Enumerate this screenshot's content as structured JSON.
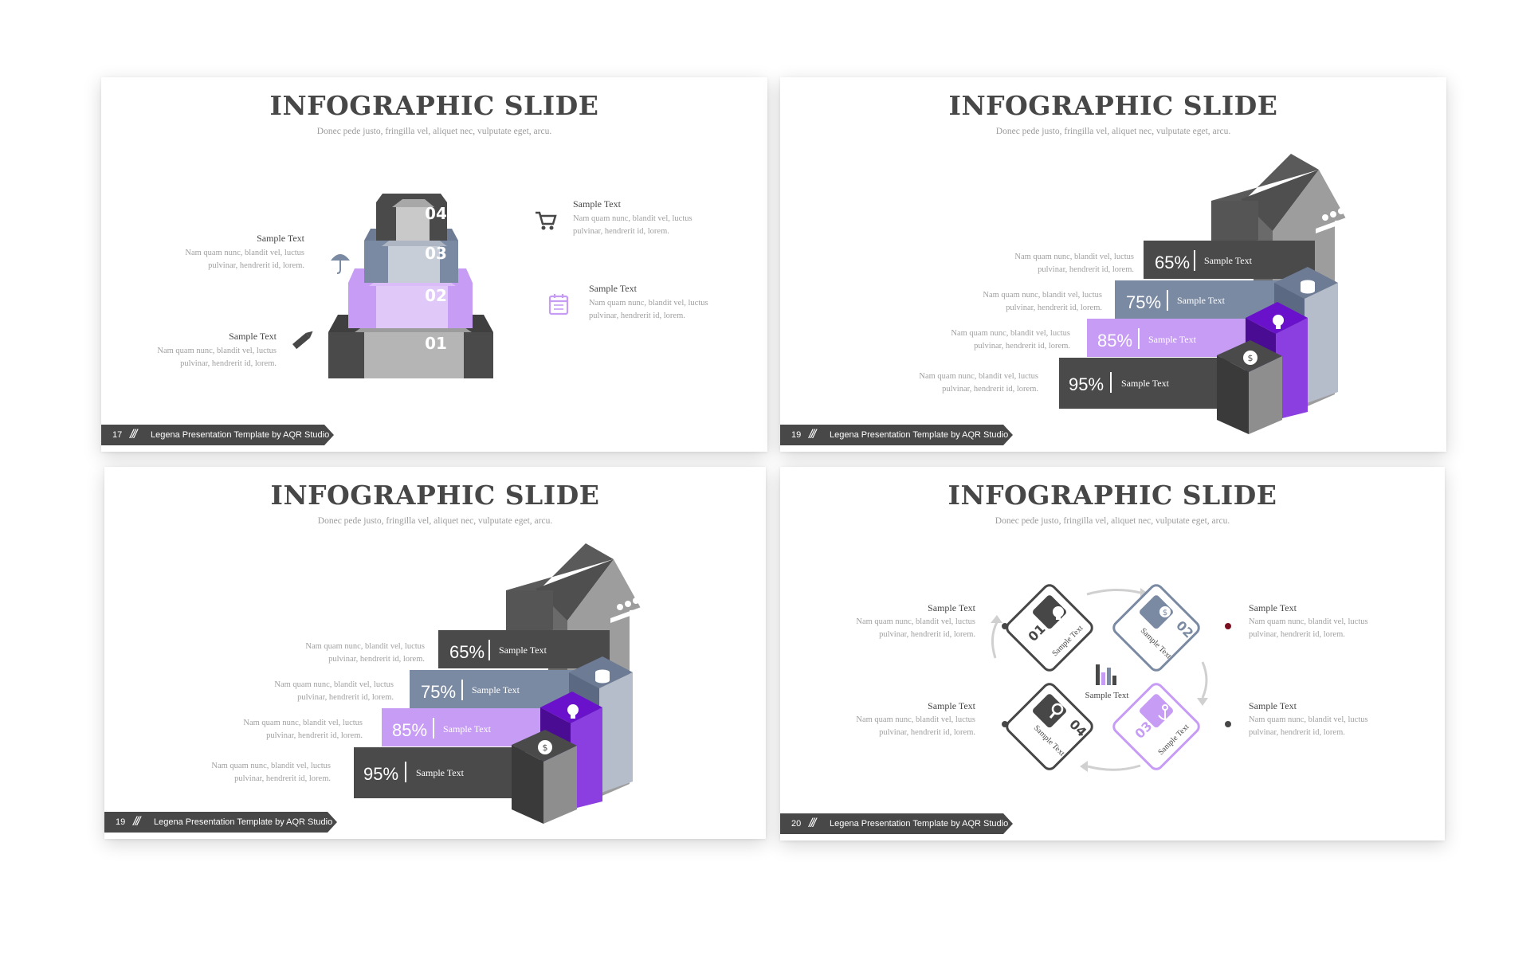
{
  "colors": {
    "dark": "#474747",
    "gray": "#9b9b9b",
    "slate": "#7b8aa3",
    "purple": "#c79cf5",
    "violet": "#6a11cb"
  },
  "slides": [
    {
      "title": "INFOGRAPHIC SLIDE",
      "subtitle": "Donec pede justo, fringilla vel, aliquet nec, vulputate eget, arcu.",
      "footer_num": "17",
      "footer_slash": "///",
      "footer_text": "Legena Presentation Template by AQR Studio",
      "steps": [
        "04",
        "03",
        "02",
        "01"
      ],
      "items": [
        {
          "label": "Sample Text",
          "desc1": "Nam quam nunc, blandit vel, luctus",
          "desc2": "pulvinar, hendrerit id, lorem.",
          "icon": "umbrella-icon"
        },
        {
          "label": "Sample Text",
          "desc1": "Nam quam nunc, blandit vel, luctus",
          "desc2": "pulvinar, hendrerit id, lorem.",
          "icon": "pencil-icon"
        },
        {
          "label": "Sample Text",
          "desc1": "Nam quam nunc, blandit vel, luctus",
          "desc2": "pulvinar, hendrerit id, lorem.",
          "icon": "cart-icon"
        },
        {
          "label": "Sample Text",
          "desc1": "Nam quam nunc, blandit vel, luctus",
          "desc2": "pulvinar, hendrerit id, lorem.",
          "icon": "calendar-icon"
        }
      ]
    },
    {
      "title": "INFOGRAPHIC SLIDE",
      "subtitle": "Donec pede justo, fringilla vel, aliquet nec, vulputate eget, arcu.",
      "footer_num": "19",
      "footer_slash": "///",
      "footer_text": "Legena Presentation Template by AQR Studio",
      "bars": [
        {
          "pct": "65%",
          "label": "Sample Text",
          "desc1": "Nam quam nunc, blandit vel, luctus",
          "desc2": "pulvinar, hendrerit id, lorem."
        },
        {
          "pct": "75%",
          "label": "Sample Text",
          "desc1": "Nam quam nunc, blandit vel, luctus",
          "desc2": "pulvinar, hendrerit id, lorem."
        },
        {
          "pct": "85%",
          "label": "Sample Text",
          "desc1": "Nam quam nunc, blandit vel, luctus",
          "desc2": "pulvinar, hendrerit id, lorem."
        },
        {
          "pct": "95%",
          "label": "Sample Text",
          "desc1": "Nam quam nunc, blandit vel, luctus",
          "desc2": "pulvinar, hendrerit id, lorem."
        }
      ]
    },
    {
      "title": "INFOGRAPHIC SLIDE",
      "subtitle": "Donec pede justo, fringilla vel, aliquet nec, vulputate eget, arcu.",
      "footer_num": "19",
      "footer_slash": "///",
      "footer_text": "Legena Presentation Template by AQR Studio",
      "bars": [
        {
          "pct": "65%",
          "label": "Sample Text",
          "desc1": "Nam quam nunc, blandit vel, luctus",
          "desc2": "pulvinar, hendrerit id, lorem."
        },
        {
          "pct": "75%",
          "label": "Sample Text",
          "desc1": "Nam quam nunc, blandit vel, luctus",
          "desc2": "pulvinar, hendrerit id, lorem."
        },
        {
          "pct": "85%",
          "label": "Sample Text",
          "desc1": "Nam quam nunc, blandit vel, luctus",
          "desc2": "pulvinar, hendrerit id, lorem."
        },
        {
          "pct": "95%",
          "label": "Sample Text",
          "desc1": "Nam quam nunc, blandit vel, luctus",
          "desc2": "pulvinar, hendrerit id, lorem."
        }
      ]
    },
    {
      "title": "INFOGRAPHIC SLIDE",
      "subtitle": "Donec pede justo, fringilla vel, aliquet nec, vulputate eget, arcu.",
      "footer_num": "20",
      "footer_slash": "///",
      "footer_text": "Legena Presentation Template by AQR Studio",
      "center_label": "Sample Text",
      "diamonds": [
        {
          "num": "01",
          "text": "Sample Text",
          "icon": "lightbulb-icon"
        },
        {
          "num": "02",
          "text": "Sample Text",
          "icon": "money-bag-icon"
        },
        {
          "num": "03",
          "text": "Sample Text",
          "icon": "anchor-icon"
        },
        {
          "num": "04",
          "text": "Sample Text",
          "icon": "magnifier-icon"
        }
      ],
      "items": [
        {
          "label": "Sample Text",
          "desc1": "Nam quam nunc, blandit vel, luctus",
          "desc2": "pulvinar, hendrerit id, lorem."
        },
        {
          "label": "Sample Text",
          "desc1": "Nam quam nunc, blandit vel, luctus",
          "desc2": "pulvinar, hendrerit id, lorem."
        },
        {
          "label": "Sample Text",
          "desc1": "Nam quam nunc, blandit vel, luctus",
          "desc2": "pulvinar, hendrerit id, lorem."
        },
        {
          "label": "Sample Text",
          "desc1": "Nam quam nunc, blandit vel, luctus",
          "desc2": "pulvinar, hendrerit id, lorem."
        }
      ]
    }
  ]
}
